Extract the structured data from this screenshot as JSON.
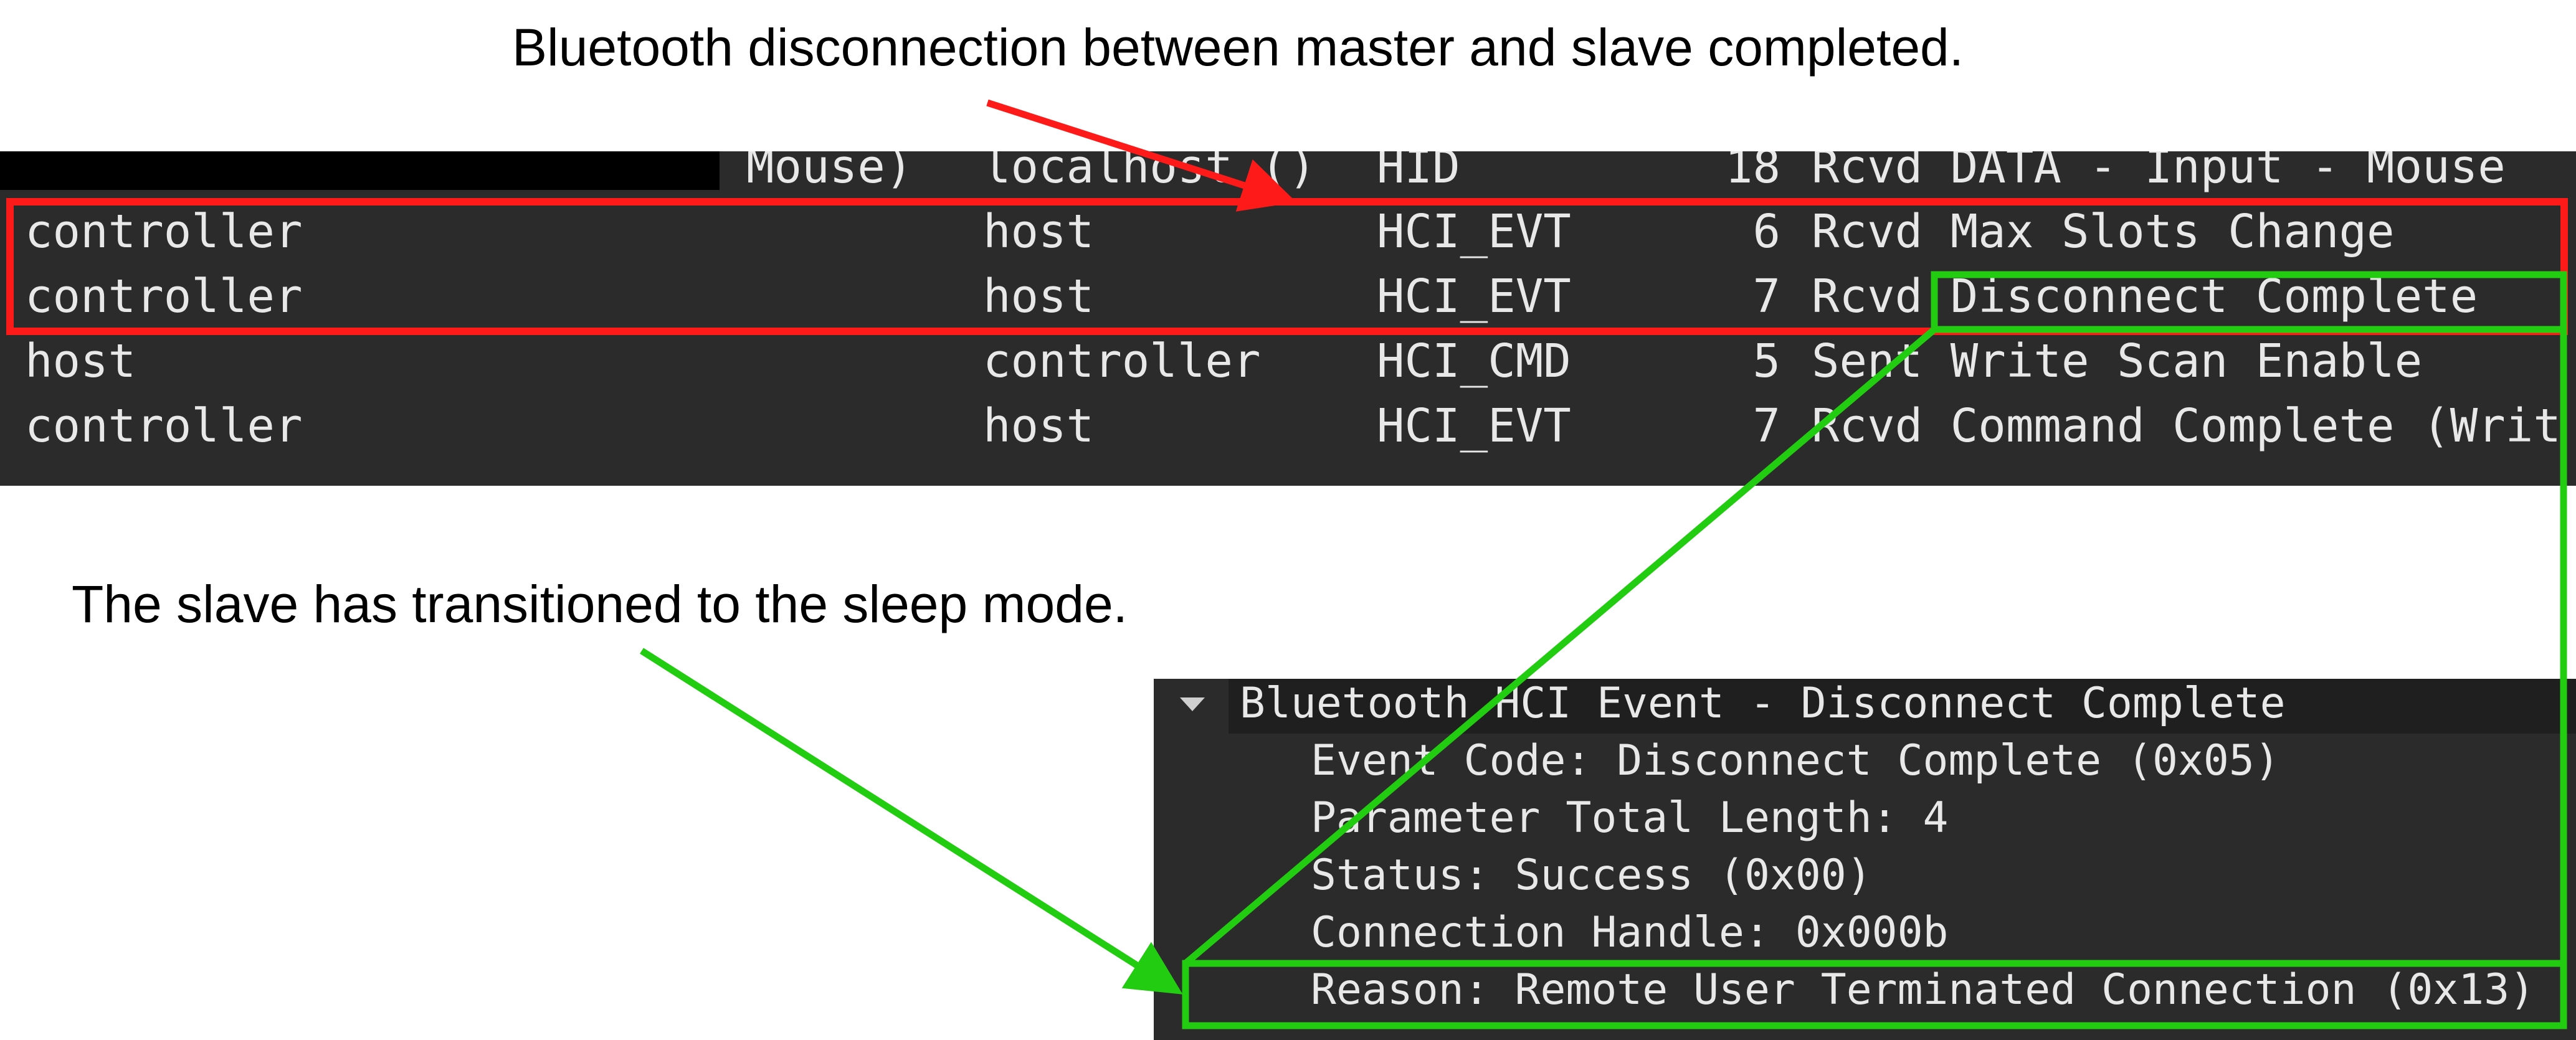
{
  "annotations": {
    "disconnect_caption": "Bluetooth disconnection between master and slave completed.",
    "sleep_caption": "The slave has transitioned to the sleep mode."
  },
  "packet_list": {
    "rows": [
      {
        "source": "Mouse)",
        "destination": "localhost ()",
        "protocol": "HID",
        "length": "18",
        "info": "Rcvd DATA - Input - Mouse"
      },
      {
        "source": "controller",
        "destination": "host",
        "protocol": "HCI_EVT",
        "length": "6",
        "info": "Rcvd Max Slots Change"
      },
      {
        "source": "controller",
        "destination": "host",
        "protocol": "HCI_EVT",
        "length": "7",
        "info": "Rcvd Disconnect Complete"
      },
      {
        "source": "host",
        "destination": "controller",
        "protocol": "HCI_CMD",
        "length": "5",
        "info": "Sent Write Scan Enable"
      },
      {
        "source": "controller",
        "destination": "host",
        "protocol": "HCI_EVT",
        "length": "7",
        "info": "Rcvd Command Complete (Writ"
      }
    ]
  },
  "packet_details": {
    "title": "Bluetooth HCI Event - Disconnect Complete",
    "fields": [
      "Event Code: Disconnect Complete (0x05)",
      "Parameter Total Length: 4",
      "Status: Success (0x00)",
      "Connection Handle: 0x000b",
      "Reason: Remote User Terminated Connection (0x13)"
    ]
  },
  "colors": {
    "red_highlight": "#ff1a1a",
    "green_highlight": "#22cc11",
    "pane_background": "#2b2b2b",
    "text": "#e8e8e8"
  }
}
